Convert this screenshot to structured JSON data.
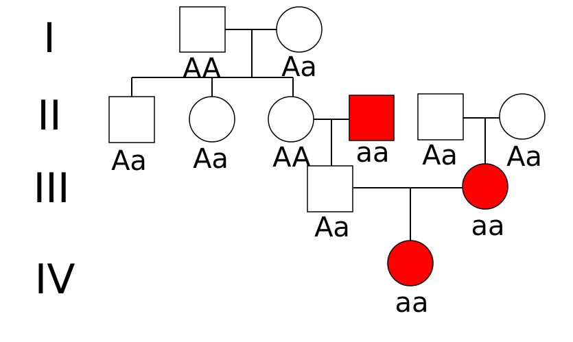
{
  "colors": {
    "affected": "#ff0000",
    "unaffected": "#ffffff",
    "line": "#000000"
  },
  "generations": [
    "I",
    "II",
    "III",
    "IV"
  ],
  "individuals": {
    "i1": {
      "sex": "male",
      "affected": false,
      "genotype": "AA"
    },
    "i2": {
      "sex": "female",
      "affected": false,
      "genotype": "Aa"
    },
    "ii1": {
      "sex": "male",
      "affected": false,
      "genotype": "Aa"
    },
    "ii2": {
      "sex": "female",
      "affected": false,
      "genotype": "Aa"
    },
    "ii3": {
      "sex": "female",
      "affected": false,
      "genotype": "AA"
    },
    "ii4": {
      "sex": "male",
      "affected": true,
      "genotype": "aa"
    },
    "ii5": {
      "sex": "male",
      "affected": false,
      "genotype": "Aa"
    },
    "ii6": {
      "sex": "female",
      "affected": false,
      "genotype": "Aa"
    },
    "iii1": {
      "sex": "male",
      "affected": false,
      "genotype": "Aa"
    },
    "iii2": {
      "sex": "female",
      "affected": true,
      "genotype": "aa"
    },
    "iv1": {
      "sex": "female",
      "affected": true,
      "genotype": "aa"
    }
  }
}
